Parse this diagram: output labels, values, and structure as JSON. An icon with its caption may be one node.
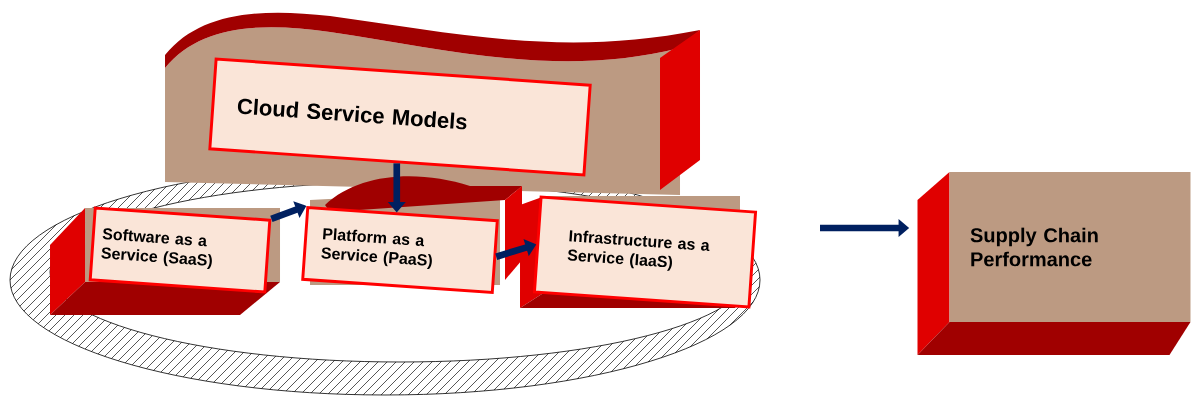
{
  "diagram": {
    "nodes": [
      {
        "text": [
          "Cloud Service Models"
        ]
      },
      {
        "text": [
          "Software as a Service (SaaS)"
        ]
      },
      {
        "text": [
          "Platform as a Service (PaaS)"
        ]
      },
      {
        "text": [
          "Infrastructure as a Service (IaaS)"
        ]
      },
      {
        "text": [
          "Supply Chain Performance"
        ]
      }
    ],
    "edges": [
      {
        "from": 0,
        "to": 2,
        "arrow": "to"
      },
      {
        "from": 1,
        "to": 2,
        "arrow": "to"
      },
      {
        "from": 2,
        "to": 3,
        "arrow": "to"
      },
      {
        "from": null,
        "to": 4,
        "arrow": "to"
      }
    ]
  }
}
